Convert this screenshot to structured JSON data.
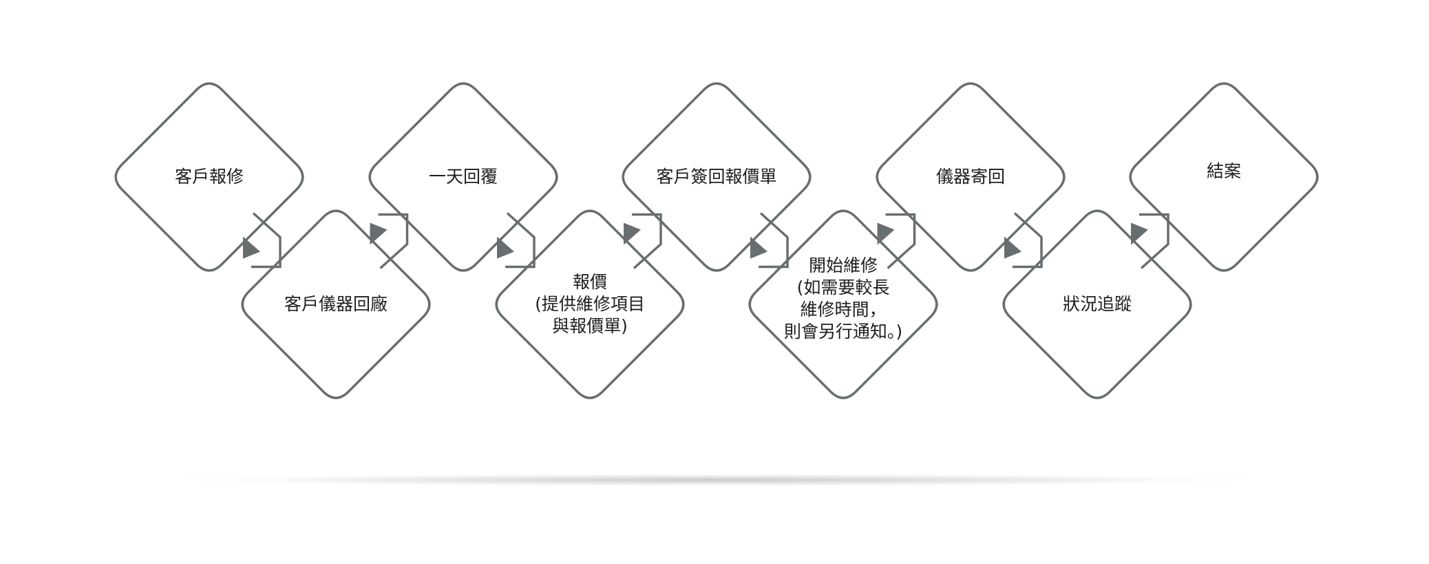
{
  "diagram": {
    "stroke_color": "#686e70",
    "steps": [
      {
        "id": 1,
        "lines": [
          "客戶報修"
        ]
      },
      {
        "id": 2,
        "lines": [
          "客戶儀器回廠"
        ]
      },
      {
        "id": 3,
        "lines": [
          "一天回覆"
        ]
      },
      {
        "id": 4,
        "lines": [
          "報價",
          "(提供維修項目",
          "與報價單)"
        ]
      },
      {
        "id": 5,
        "lines": [
          "客戶簽回報價單"
        ]
      },
      {
        "id": 6,
        "lines": [
          "開始維修",
          "(如需要較長",
          "維修時間，",
          "則會另行通知。)"
        ]
      },
      {
        "id": 7,
        "lines": [
          "儀器寄回"
        ]
      },
      {
        "id": 8,
        "lines": [
          "狀況追蹤"
        ]
      },
      {
        "id": 9,
        "lines": [
          "結案"
        ]
      }
    ]
  }
}
